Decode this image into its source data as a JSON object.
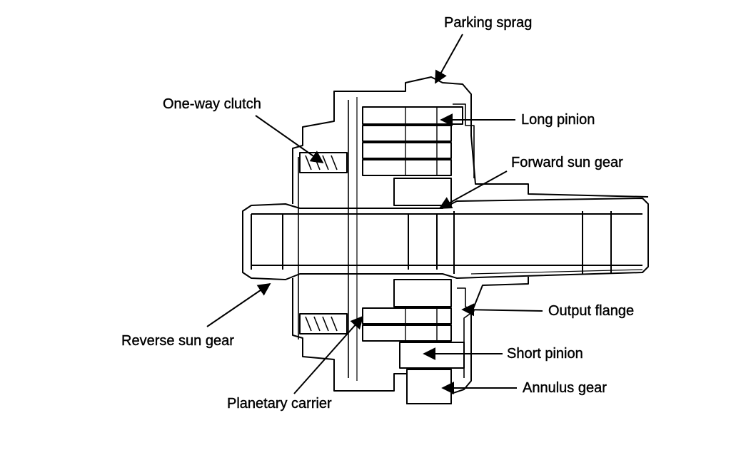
{
  "diagram": {
    "labels": {
      "parking_sprag": "Parking sprag",
      "one_way_clutch": "One-way clutch",
      "long_pinion": "Long pinion",
      "forward_sun_gear": "Forward sun gear",
      "output_flange": "Output flange",
      "reverse_sun_gear": "Reverse sun gear",
      "short_pinion": "Short pinion",
      "planetary_carrier": "Planetary carrier",
      "annulus_gear": "Annulus gear"
    }
  },
  "colors": {
    "ink": "#000000",
    "paper": "#ffffff"
  }
}
